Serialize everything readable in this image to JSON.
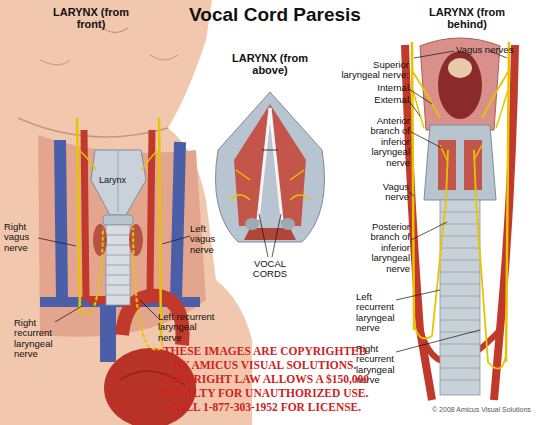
{
  "diagram": {
    "title": "Vocal Cord Paresis",
    "labels": [
      "LARYNX (from front)",
      "LARYNX (from above)",
      "LARYNX (from behind)",
      "Vagus nerves",
      "Superior laryngeal nerve:",
      "Internal",
      "External",
      "Anterior branch of inferior laryngeal nerve",
      "Vagus nerve",
      "Posterior branch of inferior laryngeal nerve",
      "Left recurrent laryngeal nerve",
      "Right recurrent laryngeal nerve",
      "Larynx",
      "Right vagus nerve",
      "Left vagus nerve",
      "Right recurrent laryngeal nerve",
      "Left recurrent laryngeal nerve",
      "VOCAL CORDS",
      "THESE IMAGES ARE COPYRIGHTED",
      "BY AMICUS VISUAL SOLUTIONS.",
      "COPYRIGHT LAW ALLOWS A $150,000",
      "PENALTY FOR UNAUTHORIZED USE.",
      "CALL 1-877-303-1952 FOR LICENSE.",
      "© 2008 Amicus Visual Solutions"
    ]
  }
}
